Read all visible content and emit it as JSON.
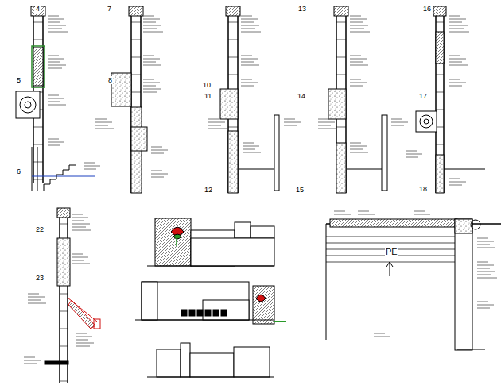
{
  "diagram": {
    "labels": [
      "4",
      "5",
      "6",
      "7",
      "8",
      "10",
      "11",
      "12",
      "13",
      "14",
      "15",
      "16",
      "17",
      "18",
      "22",
      "23",
      "PE"
    ]
  }
}
